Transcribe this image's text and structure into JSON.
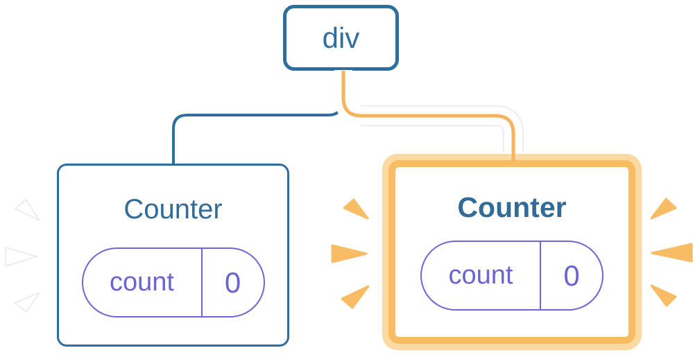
{
  "tree": {
    "root": {
      "label": "div"
    },
    "children": [
      {
        "title": "Counter",
        "state_key": "count",
        "state_value": "0",
        "variant": "blue",
        "effect": "white-render-flash"
      },
      {
        "title": "Counter",
        "state_key": "count",
        "state_value": "0",
        "variant": "orange-highlight",
        "effect": "orange-reset-flash"
      }
    ]
  },
  "colors": {
    "node_border_blue": "#2D6E9D",
    "node_text_blue": "#2F6F9F",
    "title_blue": "#326B95",
    "edge_blue": "#2E6E9E",
    "pill_purple": "#6E66D4",
    "pill_text_purple": "#6B63D3",
    "highlight_outer_orange": "#FBD9A2",
    "highlight_inner_orange": "#F8BC62",
    "edge_core_orange": "#F6B35C",
    "sparkle_orange": "#F7BC64",
    "sparkle_white": "#FFFFFF",
    "node_fill": "#FFFFFF"
  }
}
